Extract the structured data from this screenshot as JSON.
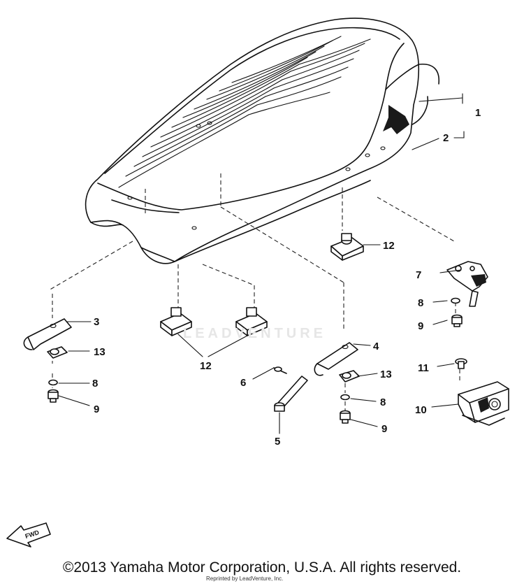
{
  "callouts": [
    {
      "id": "1",
      "text": "1"
    },
    {
      "id": "2",
      "text": "2"
    },
    {
      "id": "3",
      "text": "3"
    },
    {
      "id": "4",
      "text": "4"
    },
    {
      "id": "5",
      "text": "5"
    },
    {
      "id": "6",
      "text": "6"
    },
    {
      "id": "7",
      "text": "7"
    },
    {
      "id": "8a",
      "text": "8"
    },
    {
      "id": "8b",
      "text": "8"
    },
    {
      "id": "8c",
      "text": "8"
    },
    {
      "id": "9a",
      "text": "9"
    },
    {
      "id": "9b",
      "text": "9"
    },
    {
      "id": "9c",
      "text": "9"
    },
    {
      "id": "10",
      "text": "10"
    },
    {
      "id": "11",
      "text": "11"
    },
    {
      "id": "12a",
      "text": "12"
    },
    {
      "id": "12b",
      "text": "12"
    },
    {
      "id": "13a",
      "text": "13"
    },
    {
      "id": "13b",
      "text": "13"
    }
  ],
  "fwd_badge": "FWD",
  "watermark": "LEADVENTURE",
  "copyright": "©2013 Yamaha Motor Corporation, U.S.A. All rights reserved.",
  "reprint_note": "Reprinted by LeadVenture, Inc."
}
